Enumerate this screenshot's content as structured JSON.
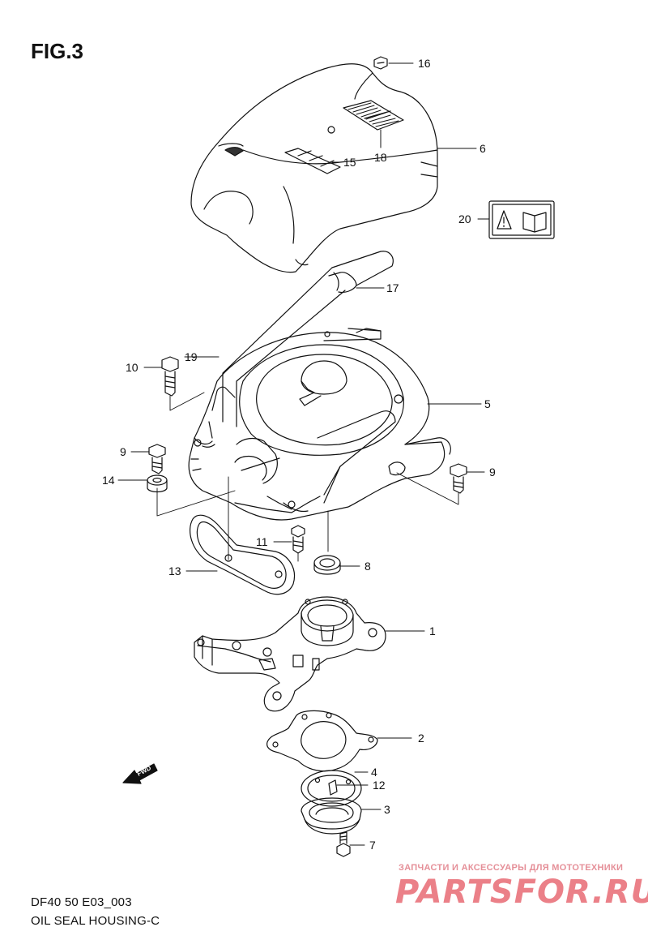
{
  "figure": {
    "title": "FIG.3",
    "code": "DF40 50 E03_003",
    "name": "OIL SEAL HOUSING-C"
  },
  "callouts": [
    "16",
    "18",
    "6",
    "15",
    "20",
    "17",
    "19",
    "10",
    "5",
    "9",
    "14",
    "9",
    "11",
    "8",
    "13",
    "1",
    "2",
    "4",
    "12",
    "3",
    "7"
  ],
  "fwd_marker": "FWD",
  "watermark": {
    "tagline": "ЗАПЧАСТИ И АКСЕССУАРЫ ДЛЯ МОТОТЕХНИКИ",
    "brand": "PARTSFOR.RU"
  },
  "colors": {
    "line": "#111111",
    "watermark": "#e86a74"
  }
}
